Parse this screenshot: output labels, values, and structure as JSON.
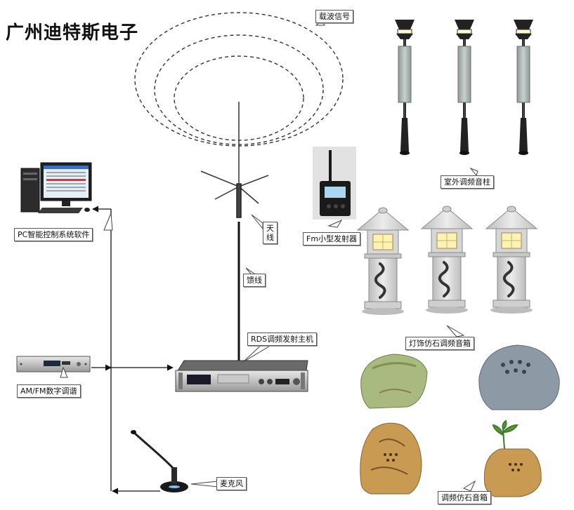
{
  "brand": "广州迪特斯电子",
  "labels": {
    "carrier_signal": "载波信号",
    "antenna": "天线",
    "feeder_cable": "馈线",
    "rds_transmitter": "RDS调频发射主机",
    "pc_software": "PC智能控制系统软件",
    "amfm_tuner": "AM/FM数字调谐",
    "microphone": "麦克风",
    "fm_small_transmitter": "Fm小型发射器",
    "outdoor_column": "室外调频音柱",
    "lamp_stone_speaker": "灯饰仿石调频音箱",
    "stone_speaker": "调频仿石音箱"
  },
  "colors": {
    "line": "#111111",
    "pole": "#2e2e2e",
    "panel": "#a9b3b0",
    "stone_light": "#e4e4e4",
    "lamp_glow": "#fff1b0",
    "rock_green": "#a9ba80",
    "rock_gray": "#8d9aa6",
    "rock_tan": "#c99a52"
  }
}
